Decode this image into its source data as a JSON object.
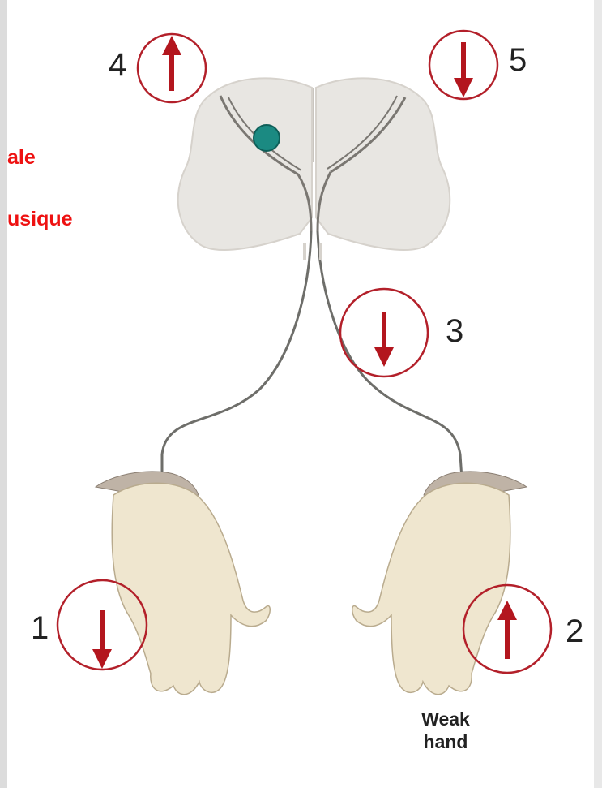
{
  "side_text": [
    "ale",
    "usique"
  ],
  "indicators": [
    {
      "number": "4",
      "direction": "up"
    },
    {
      "number": "5",
      "direction": "down"
    },
    {
      "number": "3",
      "direction": "down"
    },
    {
      "number": "1",
      "direction": "down"
    },
    {
      "number": "2",
      "direction": "up"
    }
  ],
  "caption": {
    "line1": "Weak",
    "line2": "hand"
  },
  "colors": {
    "circle": "#b3202a",
    "arrow": "#b3161e",
    "lesion": "#1b8a82",
    "brain": "#e8e6e2",
    "text_red": "#ee1111"
  }
}
